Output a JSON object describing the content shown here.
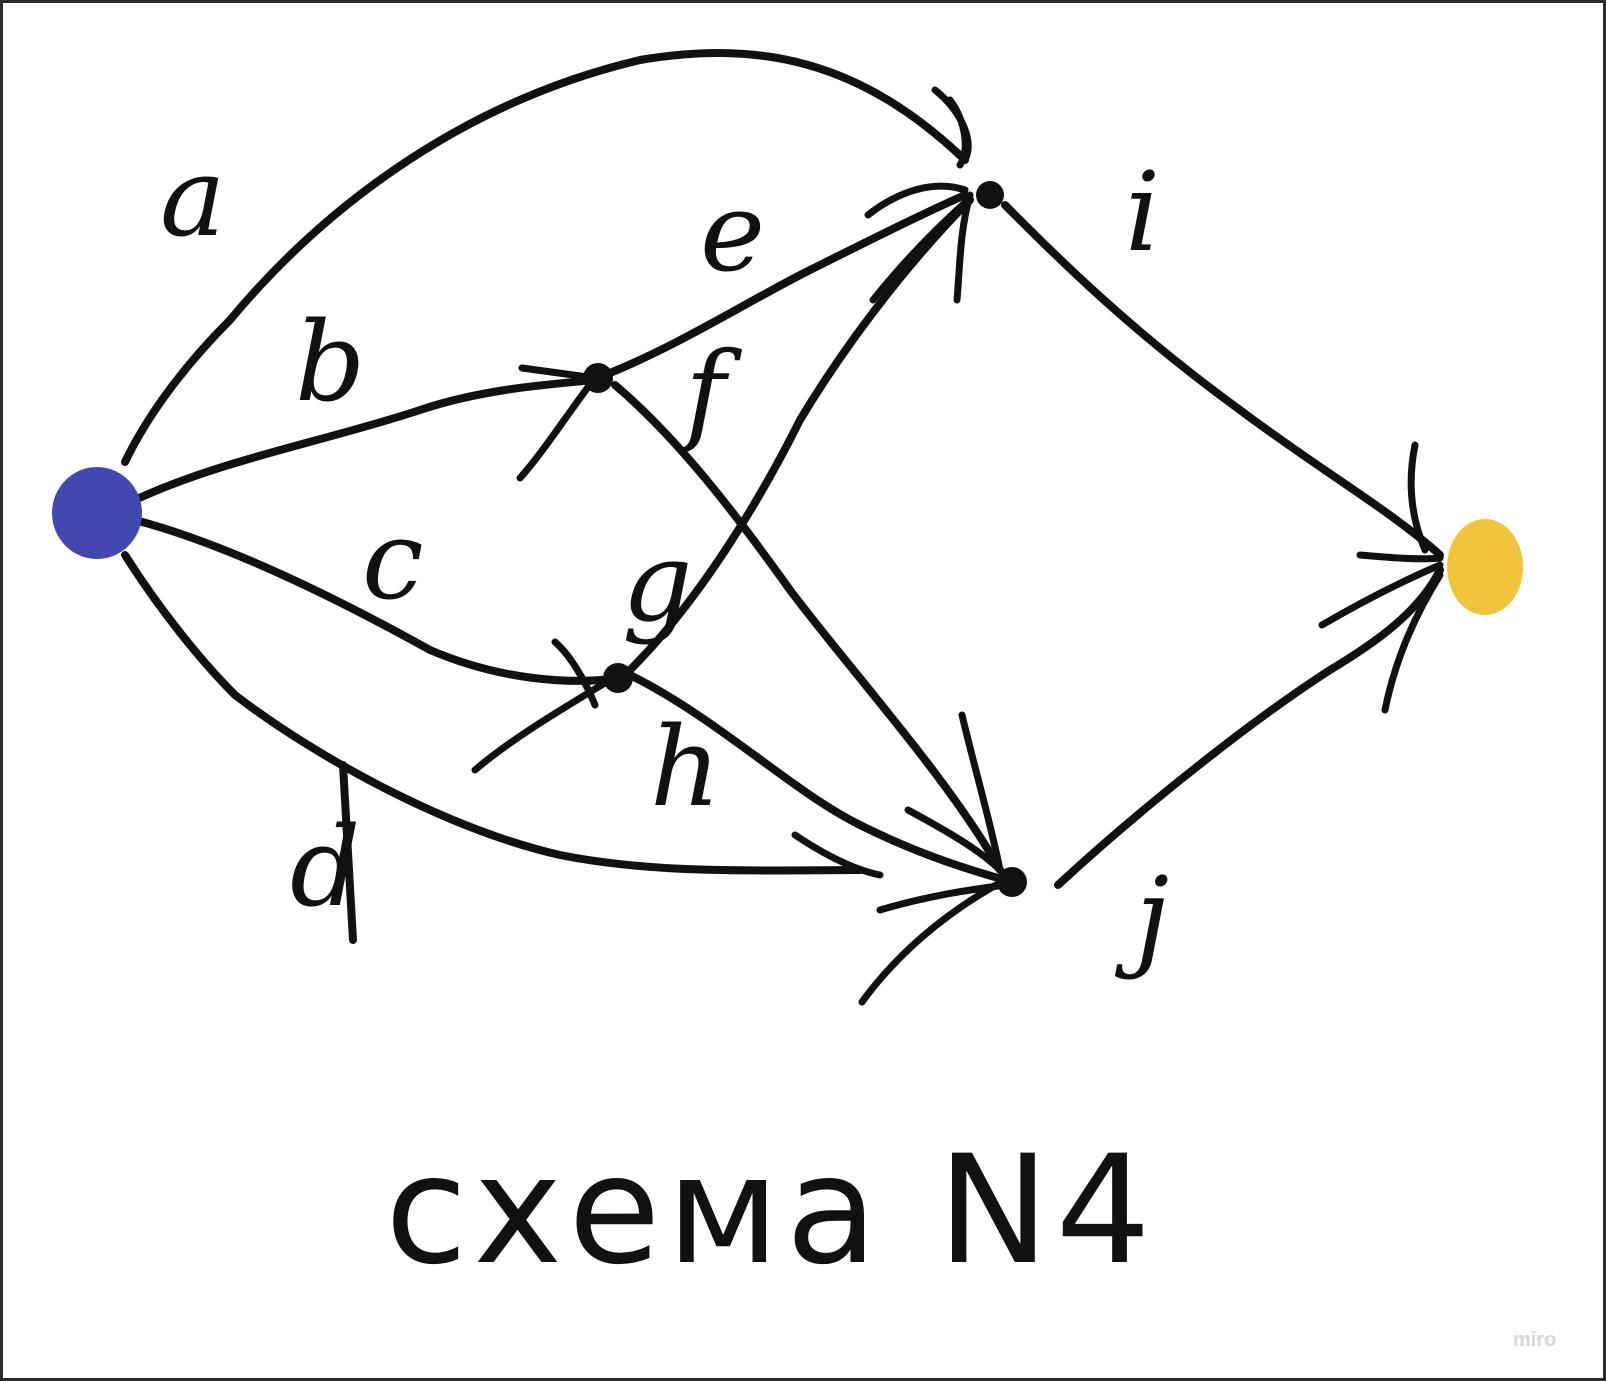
{
  "diagram": {
    "title": "схема N4",
    "watermark": "miro",
    "colors": {
      "source_node": "#4248b0",
      "sink_node": "#f0c43c",
      "stroke": "#111111"
    },
    "edges": {
      "a": "a",
      "b": "b",
      "c": "c",
      "d": "d",
      "e": "e",
      "f": "f",
      "g": "g",
      "h": "h",
      "i": "i",
      "j": "j"
    }
  }
}
